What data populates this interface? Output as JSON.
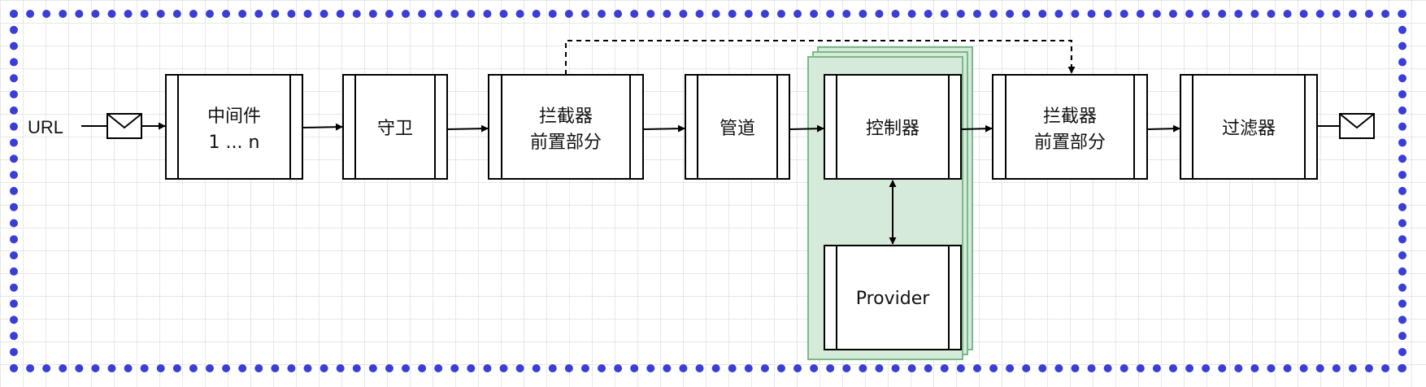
{
  "diagram": {
    "input_label": "URL",
    "nodes": {
      "middleware": {
        "line1": "中间件",
        "line2": "1 ... n"
      },
      "guard": {
        "line1": "守卫"
      },
      "interceptor_pre": {
        "line1": "拦截器",
        "line2": "前置部分"
      },
      "pipe": {
        "line1": "管道"
      },
      "controller": {
        "line1": "控制器"
      },
      "provider": {
        "line1": "Provider"
      },
      "interceptor_post": {
        "line1": "拦截器",
        "line2": "前置部分"
      },
      "filter": {
        "line1": "过滤器"
      }
    },
    "colors": {
      "border": "#3a3ed6",
      "stack_fill": "#d6ead9",
      "stack_stroke": "#79b98a",
      "grid": "#e7e7e7"
    },
    "icons": [
      "envelope-icon",
      "envelope-icon"
    ]
  }
}
